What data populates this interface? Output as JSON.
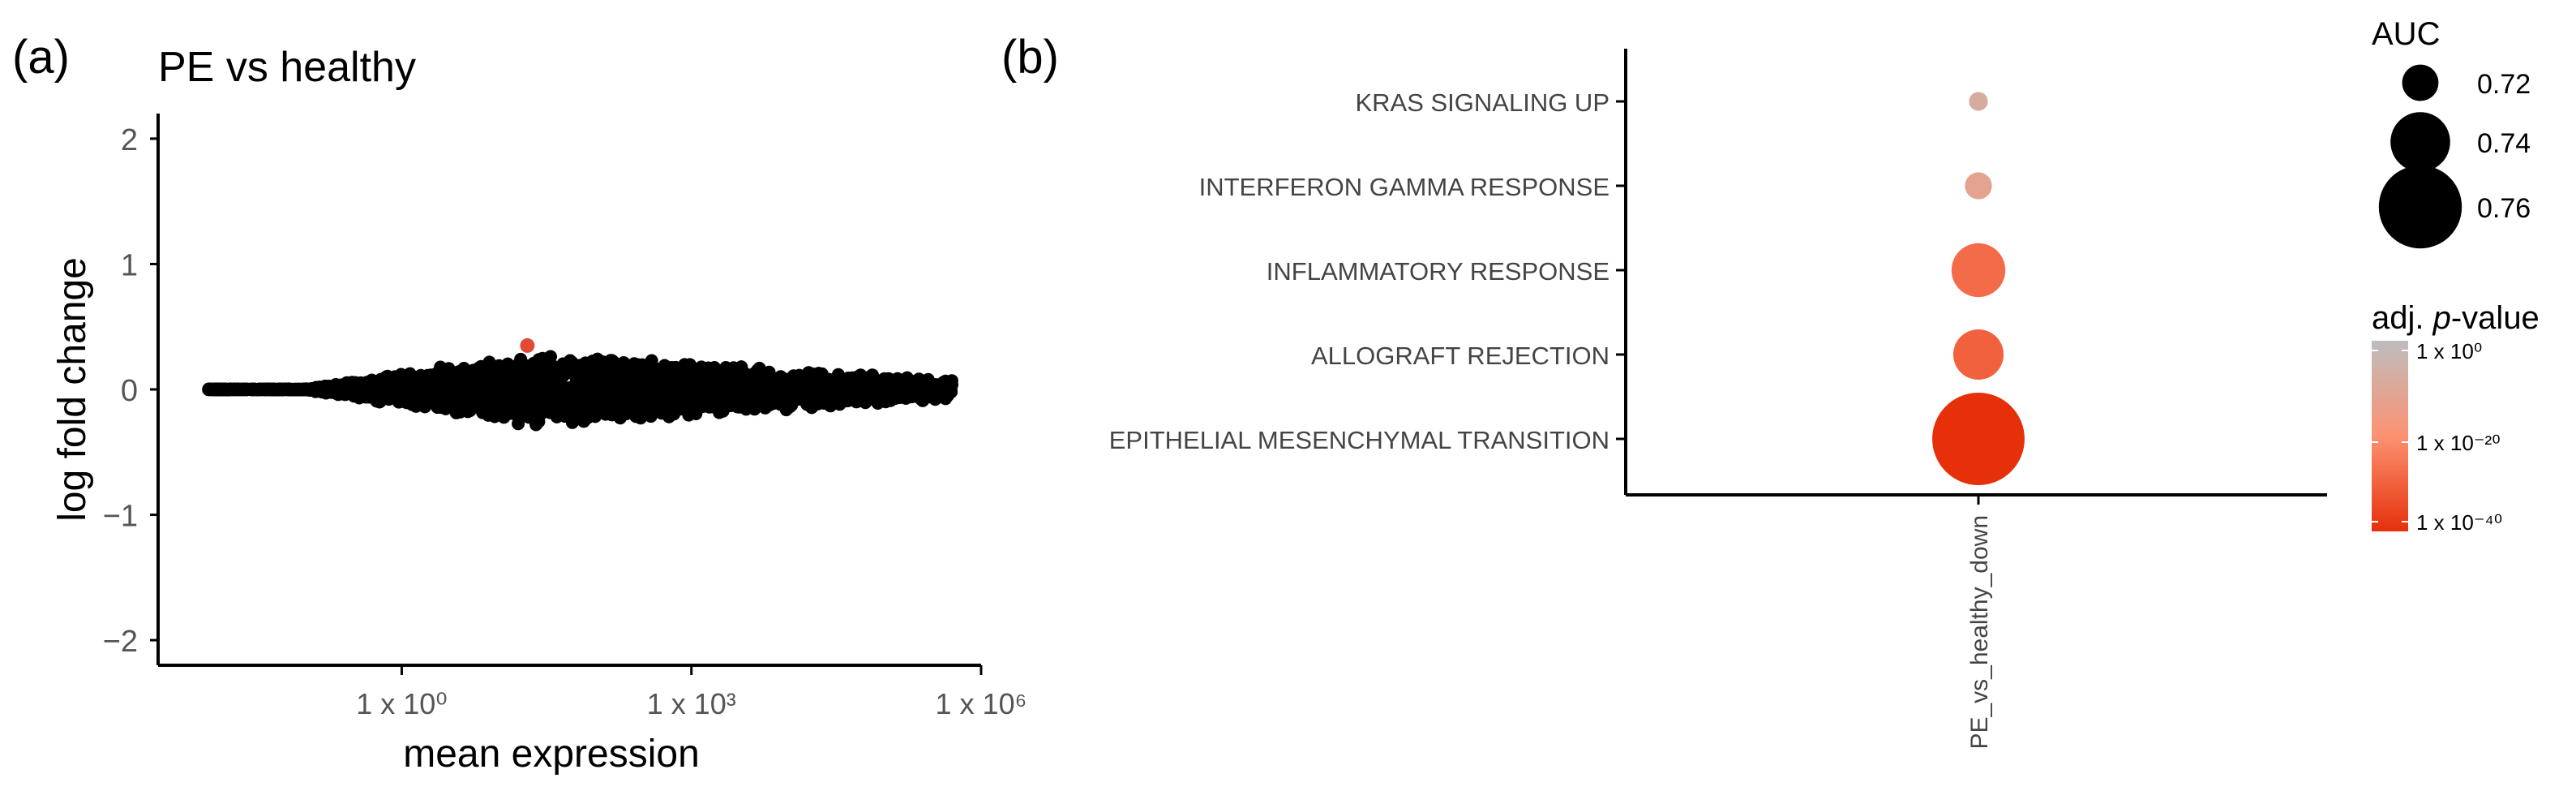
{
  "panels": {
    "a_label": "(a)",
    "b_label": "(b)"
  },
  "chart_data": [
    {
      "type": "scatter",
      "panel": "(a)",
      "title": "PE vs healthy",
      "xlabel": "mean expression",
      "ylabel": "log fold change",
      "x_scale": "log10",
      "xlim": [
        0.003,
        1000000
      ],
      "ylim": [
        -2.2,
        2.2
      ],
      "x_ticks": [
        1,
        1000,
        1000000
      ],
      "x_tick_labels": [
        "1 x 10⁰",
        "1 x 10³",
        "1 x 10⁶"
      ],
      "y_ticks": [
        -2,
        -1,
        0,
        1,
        2
      ],
      "y_tick_labels": [
        "−2",
        "−1",
        "0",
        "1",
        "2"
      ],
      "grid": false,
      "point_cloud": {
        "color": "#000000",
        "x_range": [
          0.01,
          500000
        ],
        "y_center": 0,
        "y_max_spread": 0.3
      },
      "outlier_points": [
        {
          "x": 5000,
          "y": 0.05
        },
        {
          "x": 20000,
          "y": 0.0
        },
        {
          "x": 60000,
          "y": -0.05
        },
        {
          "x": 200000,
          "y": -0.02
        },
        {
          "x": 350000,
          "y": 0.03
        }
      ],
      "highlight_points": [
        {
          "x": 20,
          "y": 0.35,
          "color": "#e34a33"
        }
      ]
    },
    {
      "type": "dot",
      "panel": "(b)",
      "title": "",
      "categories": [
        "KRAS SIGNALING UP",
        "INTERFERON GAMMA RESPONSE",
        "INFLAMMATORY RESPONSE",
        "ALLOGRAFT REJECTION",
        "EPITHELIAL MESENCHYMAL TRANSITION"
      ],
      "x_categories": [
        "PE_vs_healthy_down"
      ],
      "points": [
        {
          "term": "KRAS SIGNALING UP",
          "auc": 0.705,
          "log10_padj": -8
        },
        {
          "term": "INTERFERON GAMMA RESPONSE",
          "auc": 0.712,
          "log10_padj": -12
        },
        {
          "term": "INFLAMMATORY RESPONSE",
          "auc": 0.735,
          "log10_padj": -28
        },
        {
          "term": "ALLOGRAFT REJECTION",
          "auc": 0.732,
          "log10_padj": -30
        },
        {
          "term": "EPITHELIAL MESENCHYMAL TRANSITION",
          "auc": 0.768,
          "log10_padj": -40
        }
      ],
      "size_legend": {
        "title": "AUC",
        "values": [
          0.72,
          0.74,
          0.76
        ],
        "labels": [
          "0.72",
          "0.74",
          "0.76"
        ]
      },
      "color_legend": {
        "title_prefix": "adj. ",
        "title_italic": "p",
        "title_suffix": "-value",
        "ticks": [
          0,
          -20,
          -40
        ],
        "labels": [
          "1 x 10⁰",
          "1 x 10⁻²⁰",
          "1 x 10⁻⁴⁰"
        ],
        "colors": [
          "#bdbdbd",
          "#fc9272",
          "#e6300a"
        ]
      },
      "grid": false
    }
  ]
}
